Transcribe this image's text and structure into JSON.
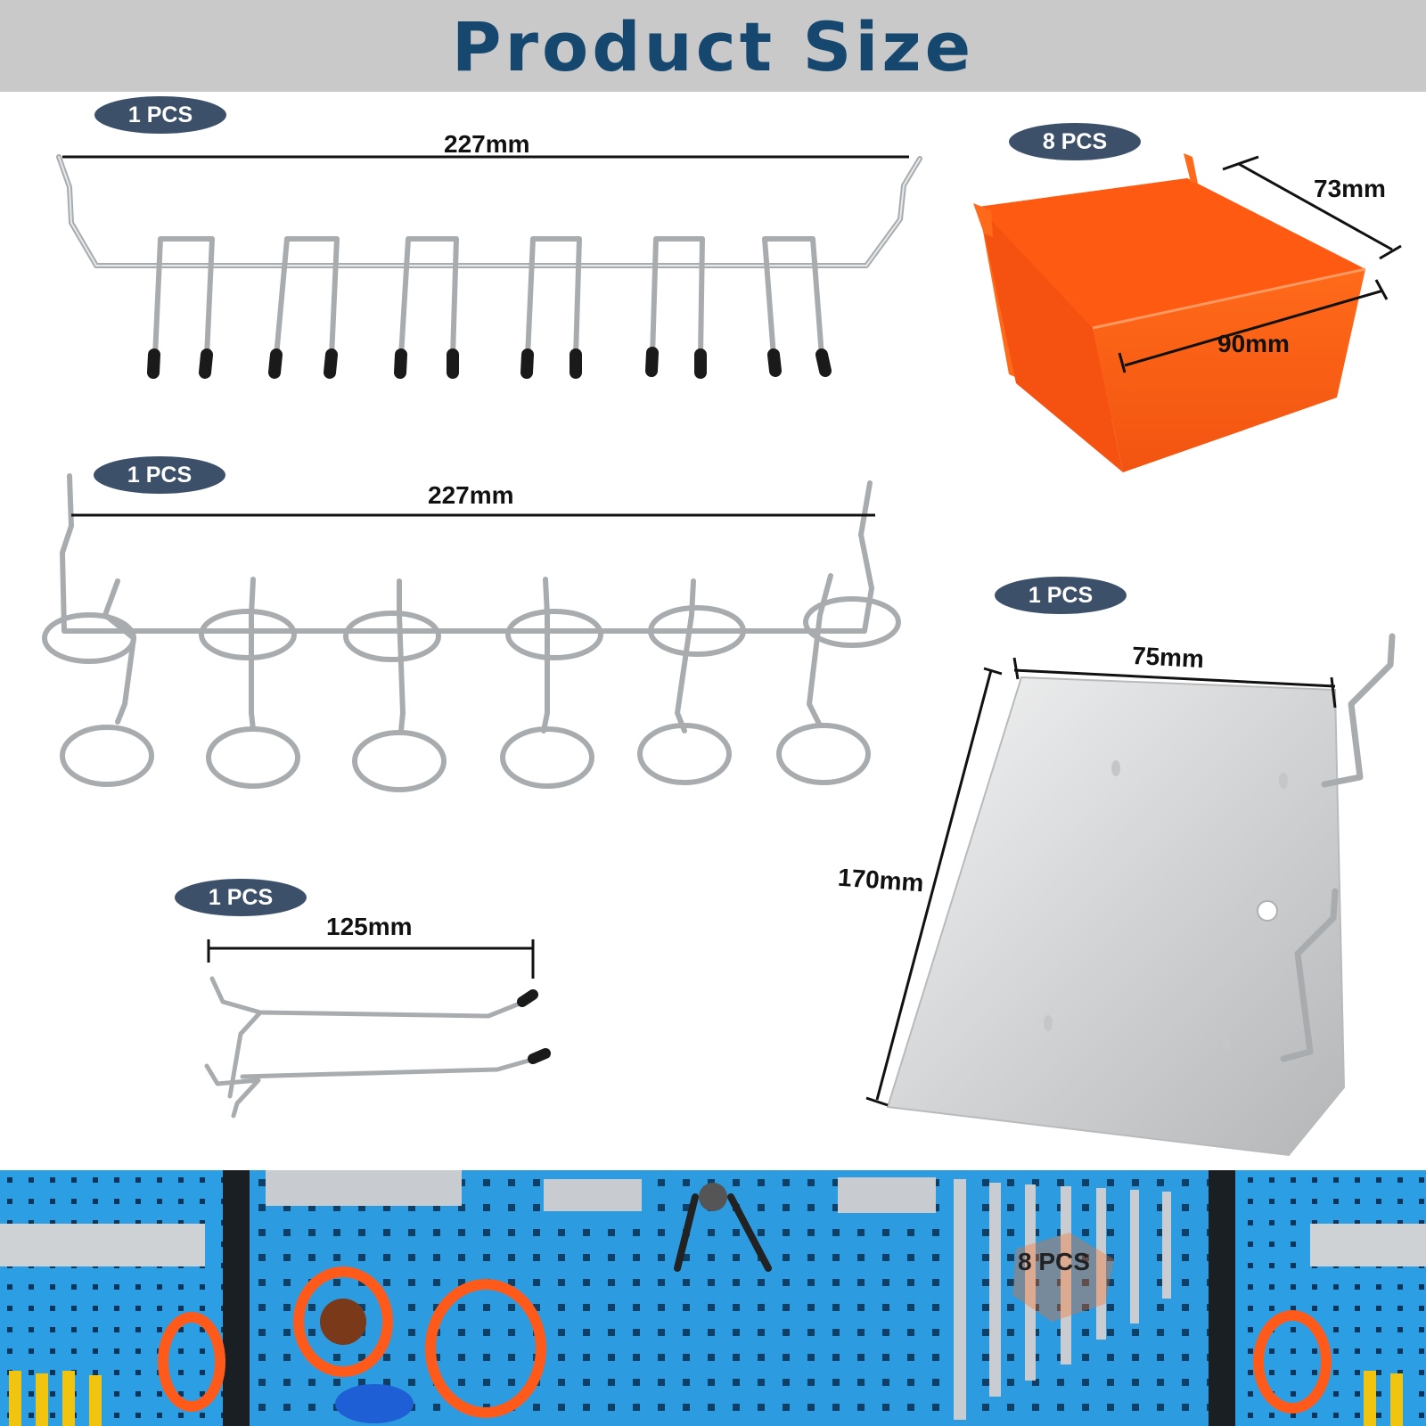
{
  "header": {
    "title": "Product Size"
  },
  "badges": {
    "hook_strip": "1 PCS",
    "bin": "8 PCS",
    "ring_strip": "1 PCS",
    "shelf": "1 PCS",
    "single_hook": "1 PCS",
    "bottom_photo": "8 PCS"
  },
  "dimensions": {
    "hook_strip_width": "227mm",
    "bin_depth": "73mm",
    "bin_width": "90mm",
    "ring_strip_width": "227mm",
    "shelf_width": "75mm",
    "shelf_length": "170mm",
    "single_hook_length": "125mm"
  },
  "colors": {
    "header_bg": "#c9c9c9",
    "title": "#16476f",
    "badge": "#3d5069",
    "bin": "#ff5f14",
    "pegboard": "#2d9be0"
  }
}
